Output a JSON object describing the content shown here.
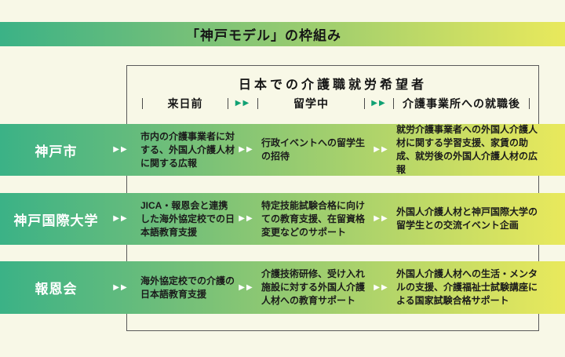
{
  "title": "「神戸モデル」の枠組み",
  "framework": {
    "header": "日本での介護職就労希望者",
    "stages": [
      {
        "label": "来日前"
      },
      {
        "label": "留学中"
      },
      {
        "label": "介護事業所への就職後"
      }
    ]
  },
  "rows": [
    {
      "label": "神戸市",
      "cells": [
        "市内の介護事業者に対する、外国人介護人材に関する広報",
        "行政イベントへの留学生の招待",
        "就労介護事業者への外国人介護人材に関する学習支援、家賃の助成、就労後の外国人介護人材の広報"
      ]
    },
    {
      "label": "神戸国際大学",
      "cells": [
        "JICA・報恩会と連携した海外協定校での日本語教育支援",
        "特定技能試験合格に向けての教育支援、在留資格変更などのサポート",
        "外国人介護人材と神戸国際大学の留学生との交流イベント企画"
      ]
    },
    {
      "label": "報恩会",
      "cells": [
        "海外協定校での介護の日本語教育支援",
        "介護技術研修、受け入れ施設に対する外国人介護人材への教育サポート",
        "外国人介護人材への生活・メンタルの支援、介護福祉士試験講座による国家試験合格サポート"
      ]
    }
  ],
  "icons": {
    "double_arrow": "▶▶"
  },
  "colors": {
    "background": "#f8f8e7",
    "gradient_start": "#3bb286",
    "gradient_end": "#e9e95c",
    "header_arrow_green": "#10a173",
    "band_arrow_white": "#ffffff",
    "text_dark": "#1b1b1b",
    "border_gray": "#5a5a5a"
  }
}
